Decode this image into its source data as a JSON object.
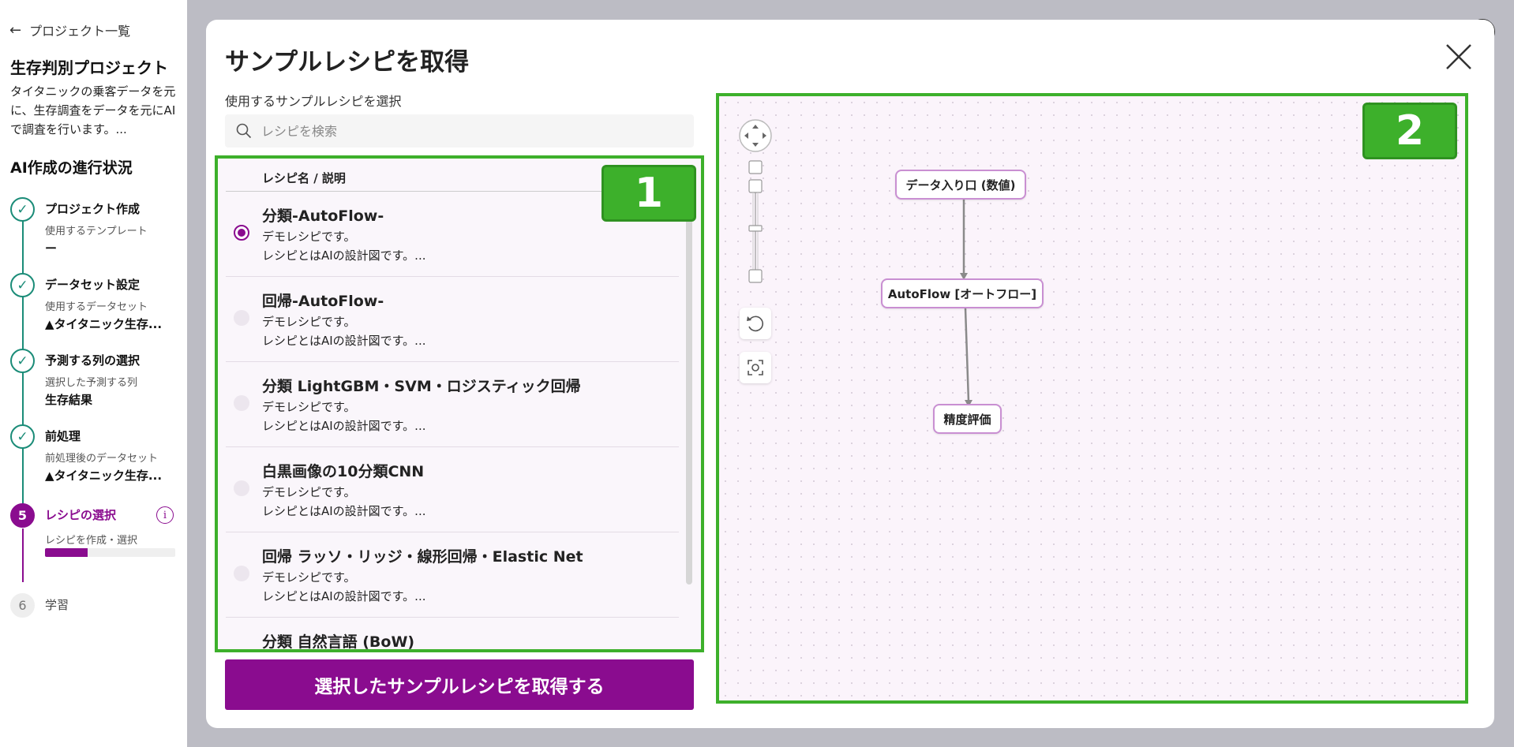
{
  "sidebar": {
    "back_label": "プロジェクト一覧",
    "project_title": "生存判別プロジェクト",
    "project_desc": "タイタニックの乗客データを元に、生存調査をデータを元にAIで調査を行います。...",
    "progress_title": "AI作成の進行状況",
    "steps": [
      {
        "title": "プロジェクト作成",
        "sub": "使用するテンプレート",
        "value": "ー"
      },
      {
        "title": "データセット設定",
        "sub": "使用するデータセット",
        "value": "▲タイタニック生存..."
      },
      {
        "title": "予測する列の選択",
        "sub": "選択した予測する列",
        "value": "生存結果"
      },
      {
        "title": "前処理",
        "sub": "前処理後のデータセット",
        "value": "▲タイタニック生存..."
      },
      {
        "number": "5",
        "title": "レシピの選択",
        "sub": "レシピを作成・選択",
        "progress": 0.33
      },
      {
        "number": "6",
        "title": "学習"
      }
    ]
  },
  "modal": {
    "title": "サンプルレシピを取得",
    "select_label": "使用するサンプルレシピを選択",
    "search_placeholder": "レシピを検索",
    "list_header": "レシピ名 / 説明",
    "recipes": [
      {
        "name": "分類-AutoFlow-",
        "desc1": "デモレシピです。",
        "desc2": "レシピとはAIの設計図です。...",
        "selected": true
      },
      {
        "name": "回帰-AutoFlow-",
        "desc1": "デモレシピです。",
        "desc2": "レシピとはAIの設計図です。...",
        "selected": false
      },
      {
        "name": "分類 LightGBM・SVM・ロジスティック回帰",
        "desc1": "デモレシピです。",
        "desc2": "レシピとはAIの設計図です。...",
        "selected": false
      },
      {
        "name": "白黒画像の10分類CNN",
        "desc1": "デモレシピです。",
        "desc2": "レシピとはAIの設計図です。...",
        "selected": false
      },
      {
        "name": "回帰 ラッソ・リッジ・線形回帰・Elastic Net",
        "desc1": "デモレシピです。",
        "desc2": "レシピとはAIの設計図です。...",
        "selected": false
      },
      {
        "name": "分類 自然言語 (BoW)",
        "desc1": "",
        "desc2": "",
        "selected": false
      }
    ],
    "get_button": "選択したサンプルレシピを取得する",
    "badges": {
      "list": "1",
      "canvas": "2"
    },
    "flow_nodes": [
      "データ入り口 (数値)",
      "AutoFlow [オートフロー]",
      "精度評価"
    ]
  },
  "colors": {
    "accent": "#8a0c8f",
    "done": "#1b8c78",
    "highlight": "#3db02b"
  }
}
